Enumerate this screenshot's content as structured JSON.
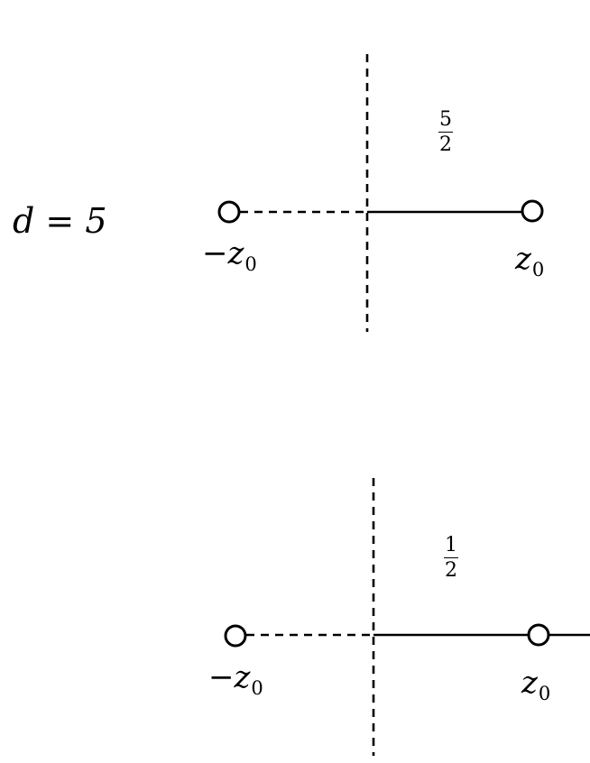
{
  "panels": [
    {
      "dim_label": "d = 5",
      "fraction": {
        "num": "5",
        "den": "2"
      },
      "left_point": {
        "sign": "−",
        "var": "z",
        "sub": "0"
      },
      "right_point": {
        "var": "z",
        "sub": "0"
      }
    },
    {
      "dim_label": "",
      "fraction": {
        "num": "1",
        "den": "2"
      },
      "left_point": {
        "sign": "−",
        "var": "z",
        "sub": "0"
      },
      "right_point": {
        "var": "z",
        "sub": "0"
      }
    }
  ]
}
